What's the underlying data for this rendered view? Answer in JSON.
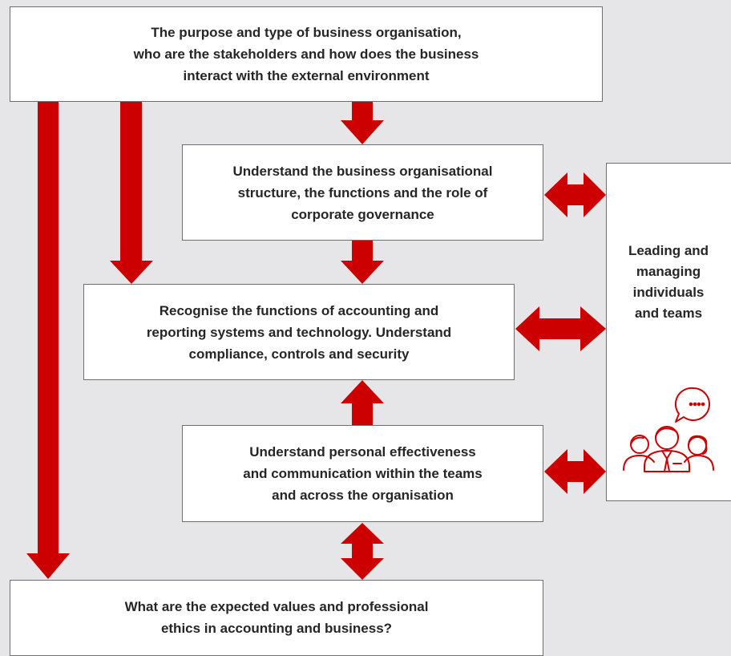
{
  "colors": {
    "arrow": "#cc0000",
    "background": "#e6e6e8",
    "box": "#ffffff"
  },
  "boxes": {
    "top": [
      "The purpose and type of business organisation,",
      "who are the stakeholders and how does the business",
      "interact with the external environment"
    ],
    "structure": [
      "Understand the business organisational",
      "structure, the functions and the role of",
      "corporate governance"
    ],
    "accounting": [
      "Recognise the functions of accounting and",
      "reporting systems and technology. Understand",
      "compliance, controls and security"
    ],
    "personal": [
      "Understand personal effectiveness",
      "and communication within the teams",
      "and across the organisation"
    ],
    "ethics": [
      "What are the expected values and professional",
      "ethics in accounting and business?"
    ]
  },
  "side": {
    "label_lines": [
      "Leading and",
      "managing",
      "individuals",
      "and teams"
    ],
    "icon": "team-people-speech-icon"
  }
}
